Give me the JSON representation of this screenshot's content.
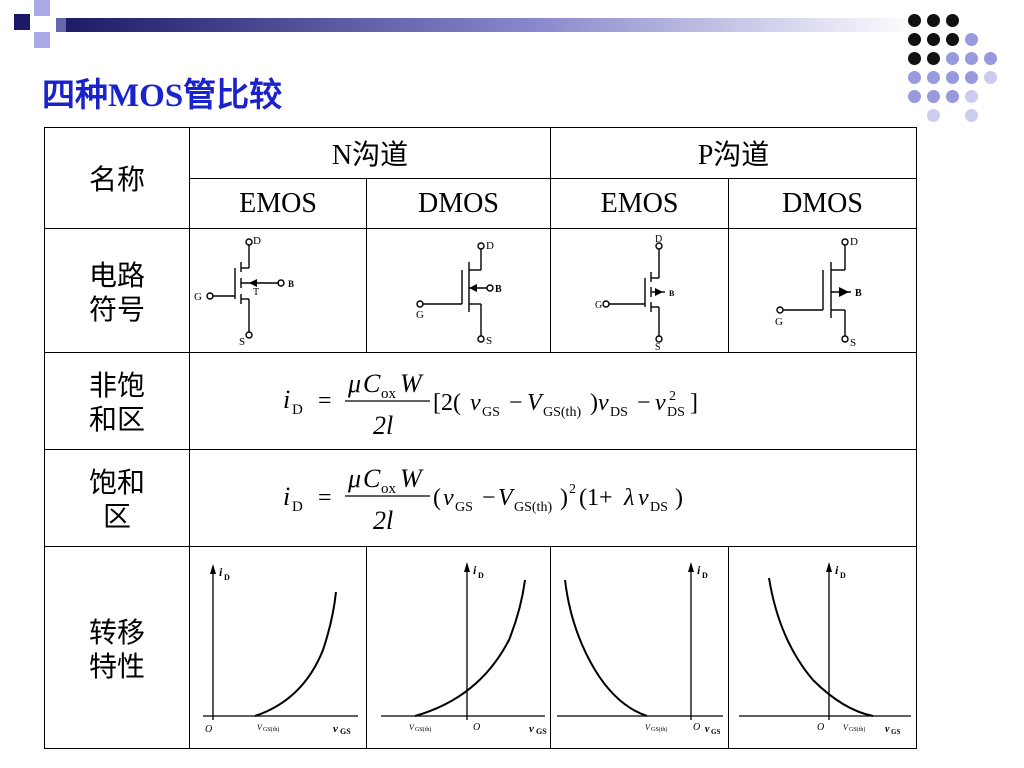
{
  "slide": {
    "title": "四种MOS管比较",
    "colors": {
      "title": "#1a22cc",
      "deco_dark": "#1a1a66",
      "deco_light": "#a9a9e6",
      "dot_black": "#111111",
      "dot_purple": "#9999dd",
      "dot_light": "#ccccee"
    }
  },
  "table": {
    "header": {
      "name_label": "名称",
      "n_channel": "N沟道",
      "p_channel": "P沟道",
      "sub": [
        "EMOS",
        "DMOS",
        "EMOS",
        "DMOS"
      ]
    },
    "rows": {
      "symbol_label_1": "电路",
      "symbol_label_2": "符号",
      "unsat_label_1": "非饱",
      "unsat_label_2": "和区",
      "sat_label_1": "饱和",
      "sat_label_2": "区",
      "transfer_label_1": "转移",
      "transfer_label_2": "特性"
    },
    "symbols": {
      "terminal_d": "D",
      "terminal_g": "G",
      "terminal_s": "S",
      "terminal_b": "B",
      "terminal_t": "T"
    },
    "formulas": {
      "lhs_i": "i",
      "lhs_sub": "D",
      "eq": "=",
      "mu": "μ",
      "c": "C",
      "ox": "ox",
      "w": "W",
      "den": "2l",
      "unsat_rhs_a": "[2(",
      "v": "v",
      "gs": "GS",
      "minus": "−",
      "V": "V",
      "gsth": "GS(th)",
      "close_paren": ")",
      "ds": "DS",
      "sq": "2",
      "close_bracket": "]",
      "sat_open": "(",
      "sat_mid": "(1+",
      "lambda": "λ"
    },
    "transfer": {
      "y_i": "i",
      "y_sub": "D",
      "origin": "O",
      "vgs_th": "V",
      "vgs_th_sub": "GS(th)",
      "x_v": "v",
      "x_sub": "GS"
    }
  }
}
